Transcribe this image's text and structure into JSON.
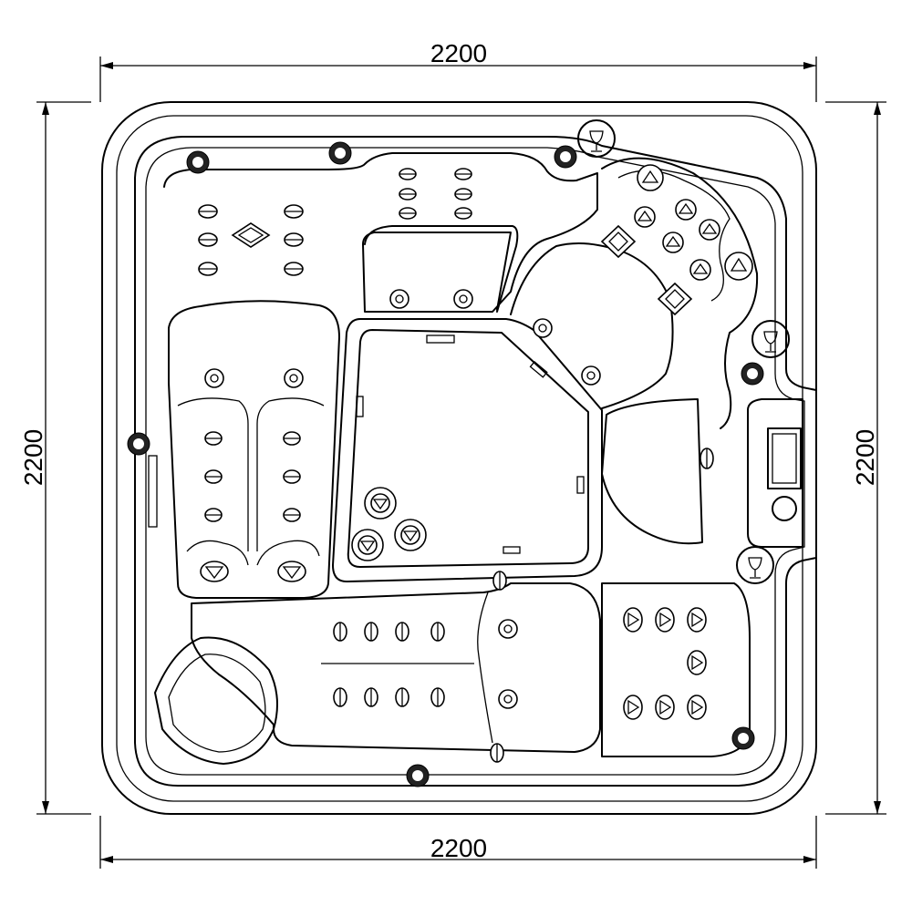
{
  "drawing": {
    "dimensions": {
      "top_width": "2200",
      "bottom_width": "2200",
      "left_height": "2200",
      "right_height": "2200"
    },
    "icons": {
      "cup_holder": "wine-glass-icon",
      "jet": "jet-icon",
      "air_control": "air-control-knob-icon",
      "control_panel": "control-panel-icon"
    },
    "colors": {
      "line": "#000000",
      "background": "#ffffff"
    }
  }
}
